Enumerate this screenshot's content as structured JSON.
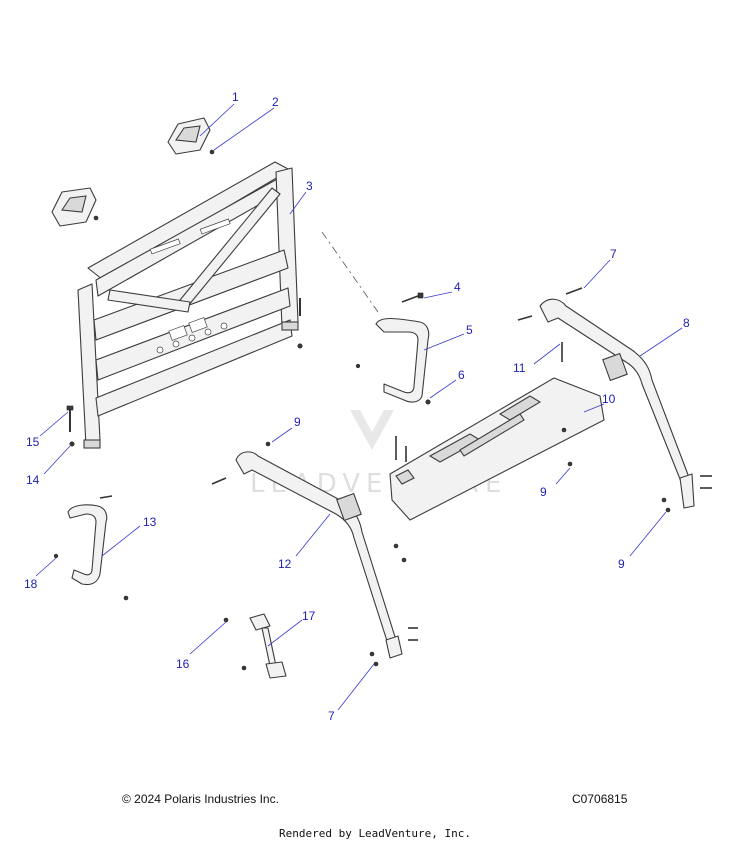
{
  "footer": {
    "copyright": "© 2024 Polaris Industries Inc.",
    "diagram_id": "C0706815",
    "rendered_by": "Rendered by LeadVenture, Inc."
  },
  "watermark": {
    "text": "LEADVENTURE",
    "color": "#d6d6d6"
  },
  "colors": {
    "callout": "#1f1fb4",
    "leader": "#3a3ad0",
    "part_stroke": "#3c3c3c"
  },
  "callouts": {
    "c1": "1",
    "c2": "2",
    "c3": "3",
    "c4": "4",
    "c5": "5",
    "c6": "6",
    "c7a": "7",
    "c7b": "7",
    "c8": "8",
    "c9a": "9",
    "c9b": "9",
    "c9c": "9",
    "c10": "10",
    "c11": "11",
    "c12": "12",
    "c13": "13",
    "c14": "14",
    "c15": "15",
    "c16": "16",
    "c17": "17",
    "c18": "18"
  }
}
